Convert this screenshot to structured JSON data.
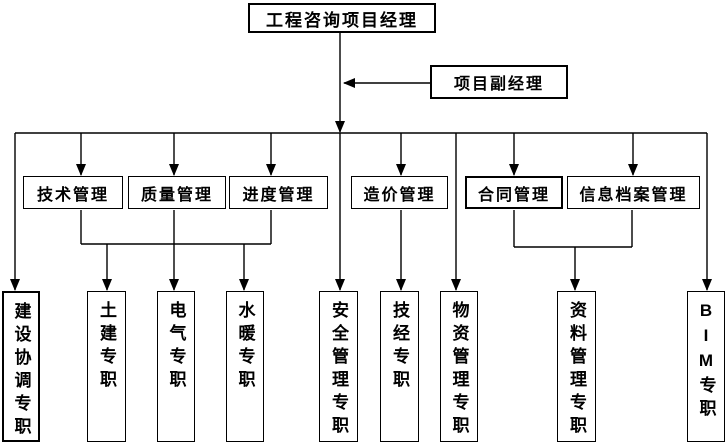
{
  "style": {
    "background": "#ffffff",
    "line_color": "#000000",
    "text_color": "#000000"
  },
  "diagram": {
    "root": {
      "label": "工程咨询项目经理"
    },
    "deputy": {
      "label": "项目副经理"
    },
    "departments": [
      {
        "label": "技术管理"
      },
      {
        "label": "质量管理"
      },
      {
        "label": "进度管理"
      },
      {
        "label": "造价管理"
      },
      {
        "label": "合同管理"
      },
      {
        "label": "信息档案管理"
      }
    ],
    "positions": [
      {
        "label": "建设协调专职"
      },
      {
        "label": "土建专职"
      },
      {
        "label": "电气专职"
      },
      {
        "label": "水暖专职"
      },
      {
        "label": "安全管理专职"
      },
      {
        "label": "技经专职"
      },
      {
        "label": "物资管理专职"
      },
      {
        "label": "资料管理专职"
      },
      {
        "label": "BIM专职"
      }
    ]
  }
}
